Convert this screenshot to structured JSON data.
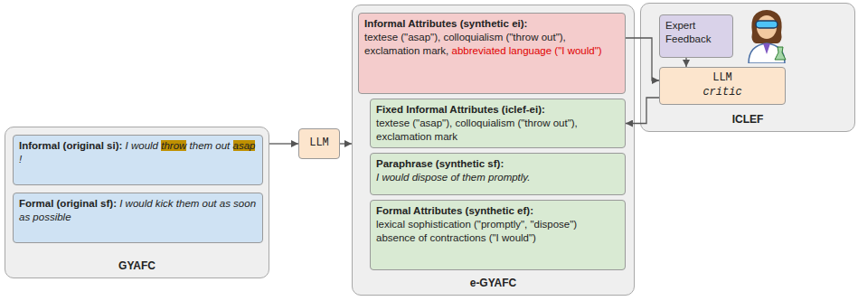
{
  "diagram": {
    "nodes": [
      {
        "text": [
          "GYAFC"
        ]
      },
      {
        "text": [
          "Informal (original si):",
          "I would",
          "throw",
          "them out",
          "asap",
          "!"
        ],
        "in": 0
      },
      {
        "text": [
          "Formal (original sf):",
          "I would kick them out as soon as possible"
        ],
        "in": 0
      },
      {
        "text": [
          "LLM"
        ]
      },
      {
        "text": [
          "e-GYAFC"
        ]
      },
      {
        "text": [
          "Informal Attributes (synthetic ei):",
          "textese (\"asap\"), colloquialism (\"throw out\"), exclamation mark,",
          "abbreviated language (\"I would\")"
        ],
        "in": 4
      },
      {
        "text": [
          "Fixed Informal Attributes (iclef-ei):",
          "textese (\"asap\"), colloquialism (\"throw out\"), exclamation mark"
        ],
        "in": 4
      },
      {
        "text": [
          "Paraphrase (synthetic sf):",
          "I would dispose of them promptly."
        ],
        "in": 4
      },
      {
        "text": [
          "Formal Attributes (synthetic ef):",
          "lexical sophistication (\"promptly\", \"dispose\")",
          "absence of contractions (\"I would\")"
        ],
        "in": 4
      },
      {
        "text": [
          "ICLEF"
        ]
      },
      {
        "text": [
          "Expert Feedback"
        ],
        "in": 9
      },
      {
        "text": [
          "LLM",
          "critic"
        ],
        "in": 9
      }
    ],
    "edges": [
      {
        "from": 0,
        "to": 3,
        "arrow": "to"
      },
      {
        "from": 3,
        "to": 4,
        "arrow": "to"
      },
      {
        "from": 5,
        "to": 11,
        "arrow": "to"
      },
      {
        "from": 10,
        "to": 11,
        "arrow": "to"
      },
      {
        "from": 11,
        "to": 6,
        "arrow": "to"
      }
    ]
  }
}
